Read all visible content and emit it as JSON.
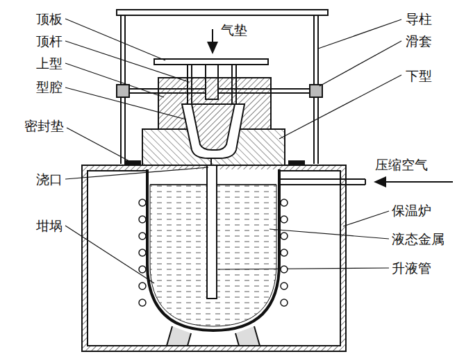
{
  "diagram": {
    "labels": [
      "顶板",
      "顶杆",
      "上型",
      "型腔",
      "密封垫",
      "浇口",
      "坩埚",
      "气垫",
      "导柱",
      "滑套",
      "下型",
      "压缩空气",
      "保温炉",
      "液态金属",
      "升液管"
    ]
  }
}
